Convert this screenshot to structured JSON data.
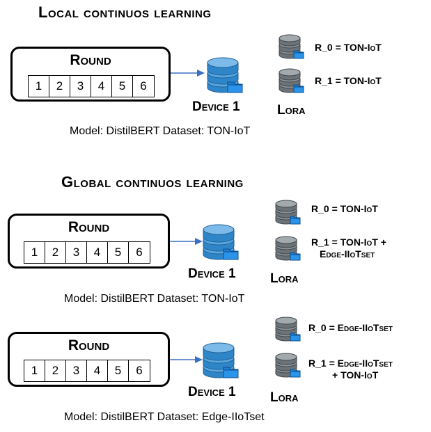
{
  "sections": [
    {
      "title": "Local continuos learning",
      "round_label": "Round",
      "cells": [
        "1",
        "2",
        "3",
        "4",
        "5",
        "6"
      ],
      "device_label": "Device 1",
      "lora_label": "Lora",
      "r0": "R_0 = TON-IoT",
      "r1_line1": "R_1 = TON-IoT",
      "r1_line2": "",
      "caption": "Model: DistilBERT  Dataset: TON-IoT"
    },
    {
      "title": "Global continuos learning",
      "round_label": "Round",
      "cells": [
        "1",
        "2",
        "3",
        "4",
        "5",
        "6"
      ],
      "device_label": "Device 1",
      "lora_label": "Lora",
      "r0": "R_0 = TON-IoT",
      "r1_line1": "R_1 = TON-IoT +",
      "r1_line2": "Edge-IIoTset",
      "caption": "Model: DistilBERT  Dataset: TON-IoT"
    },
    {
      "title": "",
      "round_label": "Round",
      "cells": [
        "1",
        "2",
        "3",
        "4",
        "5",
        "6"
      ],
      "device_label": "Device 1",
      "lora_label": "Lora",
      "r0": "R_0 = Edge-IIoTset",
      "r1_line1": "R_1 = Edge-IIoTset",
      "r1_line2": "+ TON-IoT",
      "caption": "Model: DistilBERT Dataset: Edge-IIoTset"
    }
  ],
  "colors": {
    "device_blue": "#2e86c9",
    "db_gray": "#6b7378",
    "folder_blue": "#1d7fd6",
    "arrow": "#3a6fc4"
  }
}
